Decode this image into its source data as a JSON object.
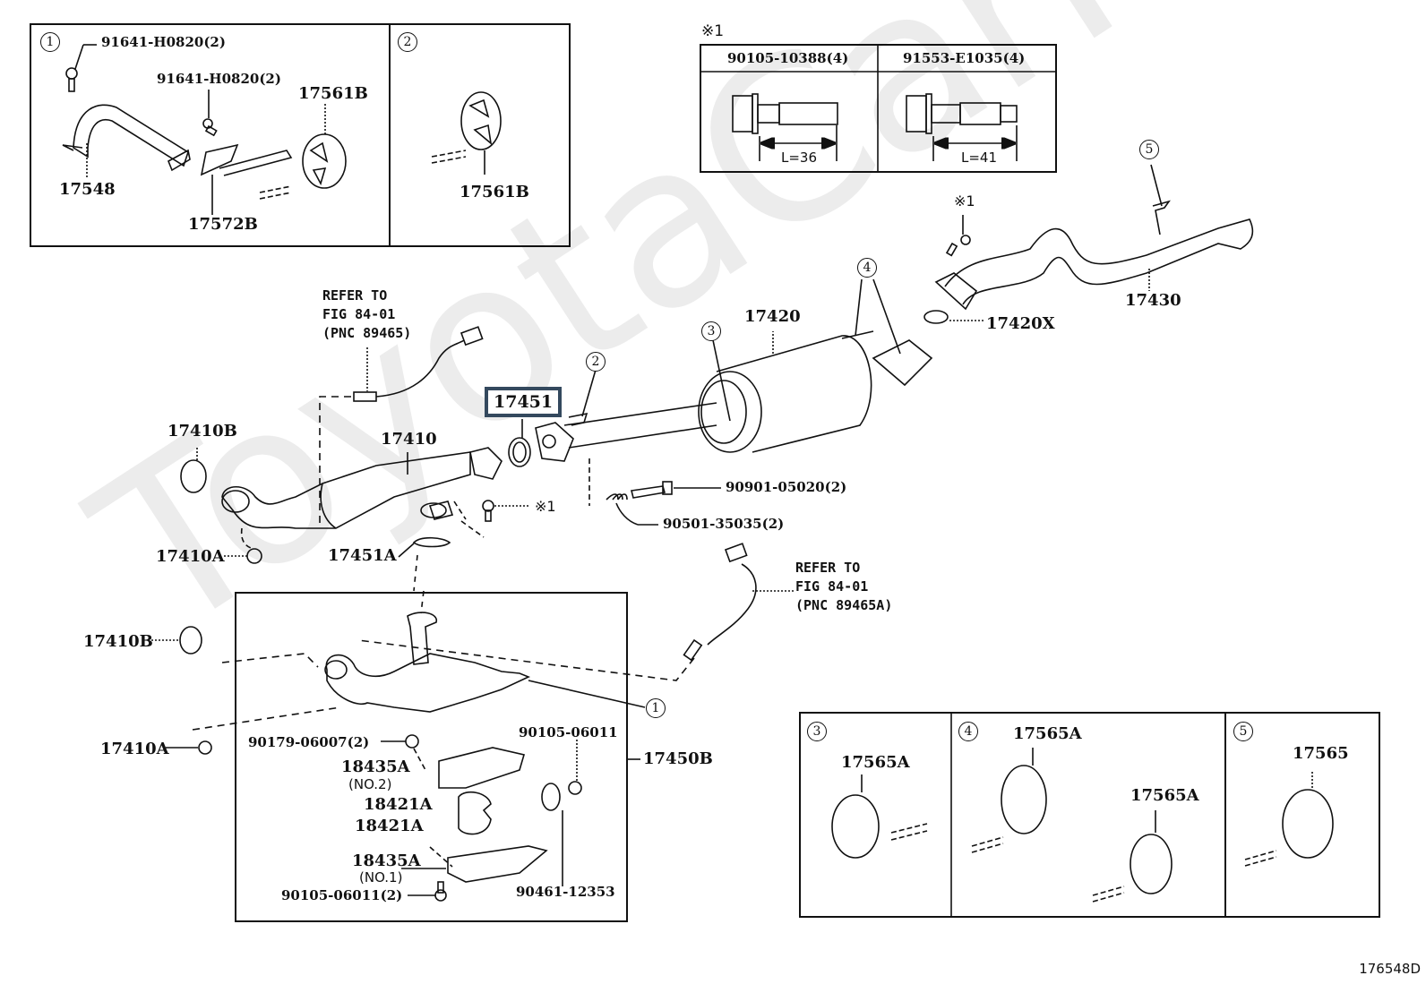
{
  "diagram": {
    "id": "176548D",
    "watermark": "ToyotaCarMine.ru",
    "highlight_color": "#34495e",
    "highlighted_part": "17451"
  },
  "inset1": {
    "callout": "1",
    "labels": {
      "bolt_top": "91641-H0820(2)",
      "bolt_mid": "91641-H0820(2)",
      "hanger": "17561B",
      "bracket": "17548",
      "support": "17572B"
    }
  },
  "inset2": {
    "callout": "2",
    "labels": {
      "hanger": "17561B"
    }
  },
  "note1": {
    "mark": "※1",
    "columns": [
      {
        "part": "90105-10388(4)",
        "length": "L=36"
      },
      {
        "part": "91553-E1035(4)",
        "length": "L=41"
      }
    ]
  },
  "main": {
    "sensor_ref_front": [
      "REFER TO",
      "FIG 84-01",
      "(PNC 89465)"
    ],
    "sensor_ref_rear": [
      "REFER TO",
      "FIG 84-01",
      "(PNC 89465A)"
    ],
    "parts": {
      "p17410B_top": "17410B",
      "p17410": "17410",
      "p17451": "17451",
      "p17410A_top": "17410A",
      "p17451A": "17451A",
      "p17420": "17420",
      "p17420X": "17420X",
      "p17430": "17430",
      "bolt_9090105020": "90901-05020(2)",
      "spring_9050135035": "90501-35035(2)",
      "note_ref_mid": "※1",
      "note_ref_tail": "※1",
      "p17410B_low": "17410B",
      "p17410A_low": "17410A",
      "p17450B": "17450B"
    },
    "callouts": {
      "c1": "1",
      "c2": "2",
      "c3": "3",
      "c4": "4",
      "c5": "5"
    }
  },
  "subassembly": {
    "labels": {
      "nut": "90179-06007(2)",
      "shield_no2": "18435A",
      "shield_no2_sub": "(NO.2)",
      "clamp_upper": "18421A",
      "clamp_lower": "18421A",
      "shield_no1": "18435A",
      "shield_no1_sub": "(NO.1)",
      "bolt_bottom": "90105-06011(2)",
      "bolt_right": "90105-06011",
      "band": "90461-12353"
    }
  },
  "hangers_panel": [
    {
      "callout": "3",
      "labels": [
        "17565A"
      ]
    },
    {
      "callout": "4",
      "labels": [
        "17565A",
        "17565A"
      ]
    },
    {
      "callout": "5",
      "labels": [
        "17565"
      ]
    }
  ]
}
